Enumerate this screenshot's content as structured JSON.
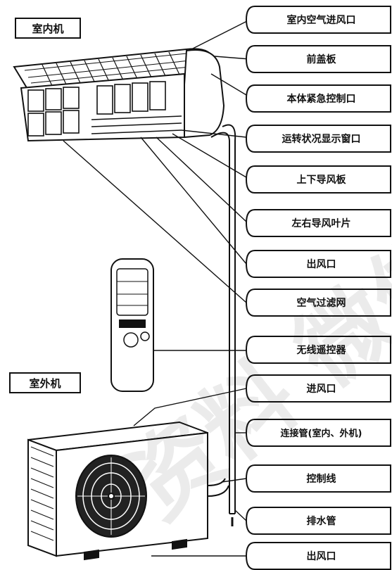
{
  "unit_labels": {
    "indoor": "室内机",
    "outdoor": "室外机"
  },
  "callouts": [
    "室内空气进风口",
    "前盖板",
    "本体紧急控制口",
    "运转状况显示窗口",
    "上下导风板",
    "左右导风叶片",
    "出风口",
    "空气过滤网",
    "无线遥控器",
    "进风口",
    "连接管(室内、外机)",
    "控制线",
    "排水管",
    "出风口"
  ],
  "watermark": "资料 微信搜索"
}
